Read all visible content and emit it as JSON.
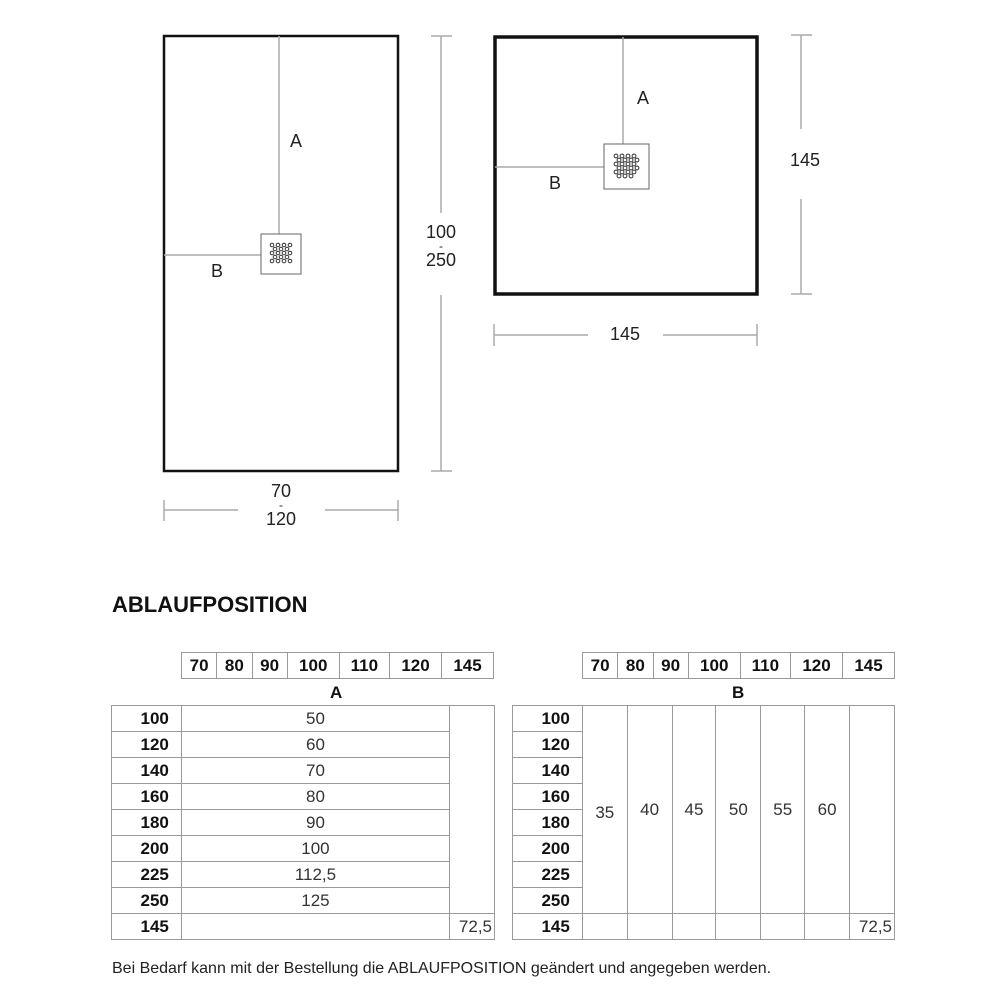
{
  "diagram_rect": {
    "label_a": "A",
    "label_b": "B",
    "height_dim": {
      "min": "100",
      "sep": "-",
      "max": "250"
    },
    "width_dim": {
      "min": "70",
      "sep": "-",
      "max": "120"
    }
  },
  "diagram_square": {
    "label_a": "A",
    "label_b": "B",
    "height_dim": "145",
    "width_dim": "145"
  },
  "section_title": "ABLAUFPOSITION",
  "table_a": {
    "section_label": "A",
    "column_headers": [
      "70",
      "80",
      "90",
      "100",
      "110",
      "120",
      "145"
    ],
    "rows": [
      {
        "length": "100",
        "value": "50"
      },
      {
        "length": "120",
        "value": "60"
      },
      {
        "length": "140",
        "value": "70"
      },
      {
        "length": "160",
        "value": "80"
      },
      {
        "length": "180",
        "value": "90"
      },
      {
        "length": "200",
        "value": "100"
      },
      {
        "length": "225",
        "value": "112,5"
      },
      {
        "length": "250",
        "value": "125"
      }
    ],
    "last_row": {
      "length": "145",
      "value": "72,5"
    }
  },
  "table_b": {
    "section_label": "B",
    "column_headers": [
      "70",
      "80",
      "90",
      "100",
      "110",
      "120",
      "145"
    ],
    "row_headers": [
      "100",
      "120",
      "140",
      "160",
      "180",
      "200",
      "225",
      "250"
    ],
    "column_values": [
      "35",
      "40",
      "45",
      "50",
      "55",
      "60"
    ],
    "last_row": {
      "length": "145",
      "value": "72,5"
    }
  },
  "footnote": "Bei Bedarf kann mit der Bestellung die ABLAUFPOSITION geändert und angegeben werden."
}
